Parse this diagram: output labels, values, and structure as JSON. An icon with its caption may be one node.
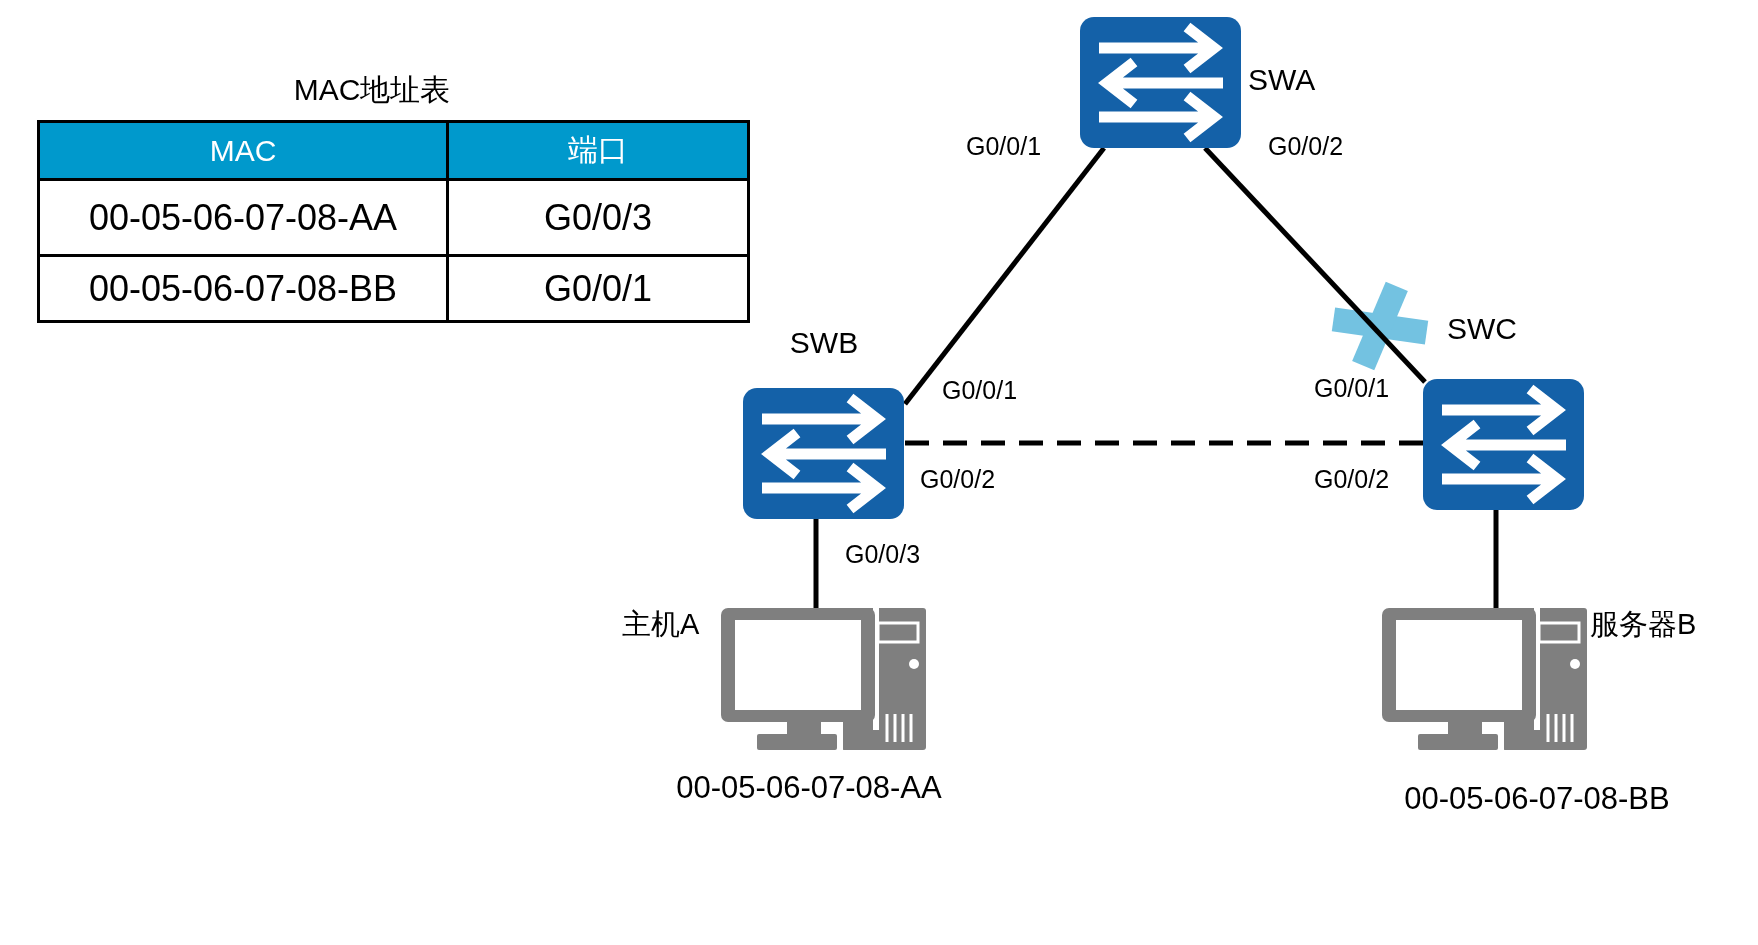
{
  "diagram": {
    "nodes": [
      {
        "text": [
          "SWA"
        ],
        "beside": [
          "G0/0/1",
          "G0/0/2"
        ]
      },
      {
        "text": [
          "SWB"
        ],
        "beside": [
          "G0/0/1",
          "G0/0/2",
          "G0/0/3"
        ]
      },
      {
        "text": [
          "SWC"
        ],
        "beside": [
          "G0/0/1",
          "G0/0/2"
        ]
      },
      {
        "text": [
          "主机A"
        ],
        "beside": [
          "00-05-06-07-08-AA"
        ]
      },
      {
        "text": [
          "服务器B"
        ],
        "beside": [
          "00-05-06-07-08-BB"
        ]
      }
    ],
    "edges": [
      {
        "from": 0,
        "to": 1,
        "arrow": "none"
      },
      {
        "from": 0,
        "to": 2,
        "arrow": "none"
      },
      {
        "from": 1,
        "to": 2,
        "arrow": "none",
        "style": "dashed"
      },
      {
        "from": 1,
        "to": 3,
        "arrow": "none"
      },
      {
        "from": 2,
        "to": 4,
        "arrow": "none"
      }
    ],
    "labels": [
      "MAC地址表",
      "MAC",
      "端口",
      "00-05-06-07-08-AA",
      "G0/0/3",
      "00-05-06-07-08-BB",
      "G0/0/1"
    ]
  }
}
